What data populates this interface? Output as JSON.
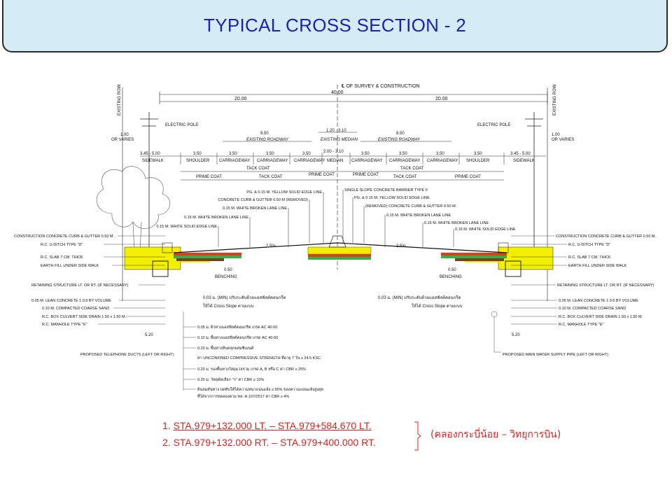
{
  "title": "TYPICAL CROSS SECTION - 2",
  "drawing": {
    "centerline": "℄ OF SURVEY & CONSTRUCTION",
    "total_width": "40.00",
    "half_left": "20.00",
    "half_right": "20.00",
    "row_label": "EXISTING ROW.",
    "electric_pole": "ELECTRIC POLE",
    "offset": "1.00",
    "or_varies": "OR VARIES",
    "existing_roadway": "EXISTING ROADWAY",
    "existing_median": "EXISTING MEDIAN",
    "dim_950": "9.50",
    "dim_120_310": "1.20 - 3.10",
    "dim_850": "8.50",
    "dim_345_500": "3.45 - 5.00",
    "dim_350": "3.50",
    "dim_200_310": "2.00 - 3.10",
    "sidewalk": "SIDEWALK",
    "shoulder": "SHOULDER",
    "carriageway": "CARRIAGEWAY",
    "median": "MEDIAN",
    "tack_coat": "TACK COAT",
    "prime_coat": "PRIME COAT",
    "slope": "2.5%",
    "benching": "BENCHING",
    "dim_050": "0.50",
    "dim_520": "5.20",
    "center_left": [
      "PG. & 0.15 M. YELLOW SOLID EDGE LINE",
      "CONCRETE CURB & GUTTER 0.50 M (REMOVED)",
      "0.15 M. WHITE BROKEN LANE LINE",
      "0.15 M. WHITE BROKEN LANE LINE",
      "0.15 M. WHITE SOLID EDGE LINE"
    ],
    "center_right": [
      "SINGLE SLOPE CONCRETE BARRIER TYPE II",
      "PG. & 0.15 M. YELLOW SOLID EDGE LINE",
      "(REMOVED) CONCRETE CURB & GUTTER 0.50 M.",
      "0.15 M. WHITE BROKEN LANE LINE",
      "0.15 M. WHITE BROKEN LANE LINE",
      "0.15 M. WHITE SOLID EDGE LINE"
    ],
    "left_notes": [
      "CONSTRUCTION CONCRETE CURB & GUTTER 0.50 M.",
      "R.C. U-DITCH TYPE \"D\"",
      "R.C. SLAB 7 CM. THICK",
      "EARTH FILL UNDER SIDE WALK",
      "RETAINING STRUCTURE LT. OR RT. (IF NECESSARY)",
      "0.05 M. LEAN CONCRETE 1:3:6 BY VOLUME",
      "0.10 M. COMPACTED COARSE SAND",
      "R.C. BOX CULVERT SIDE DRAIN 1.50 x 1.50 M.",
      "R.C. MANHOLE TYPE \"E\"",
      "PROPOSED TELEPHONE DUCTS (LEFT OR RIGHT)"
    ],
    "right_notes": [
      "CONSTRUCTION CONCRETE CURB & GUTTER 0.50 M.",
      "R.C. U-DITCH TYPE \"D\"",
      "R.C. SLAB 7 CM. THICK",
      "EARTH FILL UNDER SIDE WALK",
      "RETAINING STRUCTURE LT. OR RT. (IF NECESSARY)",
      "0.05 M. LEAN CONCRETE 1:3:6 BY VOLUME",
      "0.10 M. COMPACTED COARSE SAND",
      "R.C. BOX CULVERT SIDE DRAIN 1.50 x 1.50 M.",
      "R.C. MANHOLE TYPE \"E\"",
      "PROPOSED MAIN WATER SUPPLY PIPE (LEFT OR RIGHT)"
    ],
    "overlay_left": [
      "0.03 ม. (MIN) ปรับระดับด้วยแอสฟัลต์คอนกรีต",
      "ให้ได้ Cross Slope ตามแบบ"
    ],
    "overlay_right": [
      "0.03 ม. (MIN) ปรับระดับด้วยแอสฟัลต์คอนกรีต",
      "ให้ได้ Cross Slope ตามแบบ"
    ],
    "layers": [
      "0.05 ม. ผิวทางแอสฟัลต์คอนกรีต เกรด AC 40-50",
      "0.10 ม. พื้นทางแอสฟัลต์คอนกรีต เกรด AC 40-50",
      "0.20 ม. พื้นทางหินคลุกผสมซีเมนต์",
      "ค่า UNCONFINED COMPRESSIVE STRENGTH ที่อายุ 7 วัน ≥ 24.5 KSC.",
      "0.20 ม. รองพื้นทางวัสดุมวลรวม เกรด A, B หรือ C ค่า CBR ≥ 25%",
      "0.20 ม. วัสดุคัดเลือก \"ก\" ค่า CBR ≥ 10%",
      "ดินถมคันทาง บดทับให้ได้ความหนาแน่นแห้ง ≥ 95% ของความแน่นแห้งสูงสุด",
      "ที่ได้จากการทดลองตาม ทล.-ท.107/2517 ค่า CBR ≥ 4%"
    ]
  },
  "notes": {
    "line1_prefix": "1. ",
    "line1_main": "STA.979+132.000 LT. – STA.979+584.670 LT.",
    "line2": "2. STA.979+132.000 RT. – STA.979+400.000 RT.",
    "bracket_note": "(คลองกระบี่น้อย – วิทยุการบิน)"
  }
}
